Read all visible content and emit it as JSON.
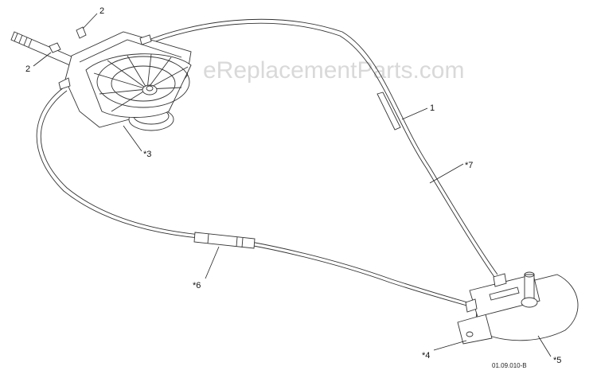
{
  "watermark": "eReplacementParts.com",
  "drawing_code": "01.09.010-B",
  "callouts": {
    "bolt_top": "2",
    "bolt_left": "2",
    "pulley": "*3",
    "cable_upper": "1",
    "cable_right": "*7",
    "cable_lower": "*6",
    "bracket": "*4",
    "bracket_plate": "*5"
  }
}
